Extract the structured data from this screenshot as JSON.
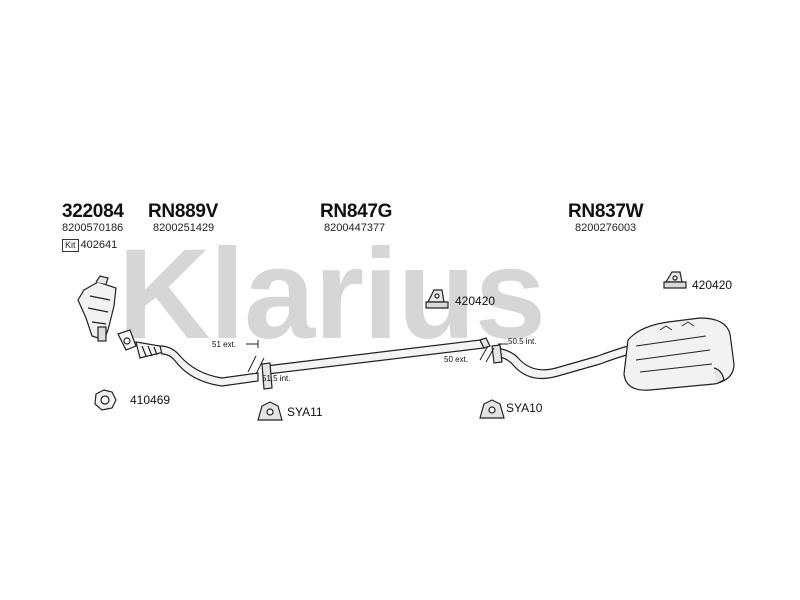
{
  "watermark": "Klarius",
  "components": [
    {
      "part_number": "322084",
      "oe_number": "8200570186",
      "kit_badge": "Kit",
      "kit_number": "402641"
    },
    {
      "part_number": "RN889V",
      "oe_number": "8200251429"
    },
    {
      "part_number": "RN847G",
      "oe_number": "8200447377"
    },
    {
      "part_number": "RN837W",
      "oe_number": "8200276003"
    }
  ],
  "accessories": {
    "gasket": "410469",
    "mount_1": "SYA11",
    "mount_2": "SYA10",
    "clamp_1": "420420",
    "clamp_2": "420420"
  },
  "extensions": {
    "ext_1": "51 ext.",
    "ext_2": "51.5 int.",
    "ext_3": "50 ext.",
    "ext_4": "50.5 int."
  }
}
